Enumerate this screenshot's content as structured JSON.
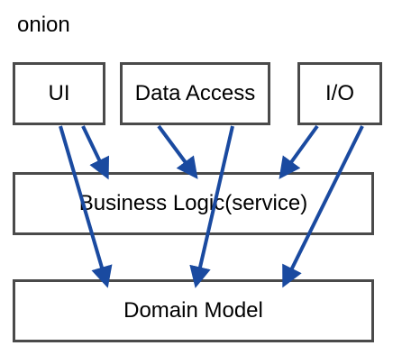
{
  "title": "onion",
  "nodes": {
    "ui": "UI",
    "data_access": "Data Access",
    "io": "I/O",
    "business_logic": "Business Logic(service)",
    "domain_model": "Domain Model"
  },
  "edges": [
    {
      "from": "ui",
      "to": "business_logic"
    },
    {
      "from": "ui",
      "to": "domain_model"
    },
    {
      "from": "data_access",
      "to": "business_logic"
    },
    {
      "from": "data_access",
      "to": "domain_model"
    },
    {
      "from": "io",
      "to": "business_logic"
    },
    {
      "from": "io",
      "to": "domain_model"
    }
  ],
  "colors": {
    "arrow": "#1a4aa0",
    "box_border": "#4a4a4a"
  }
}
